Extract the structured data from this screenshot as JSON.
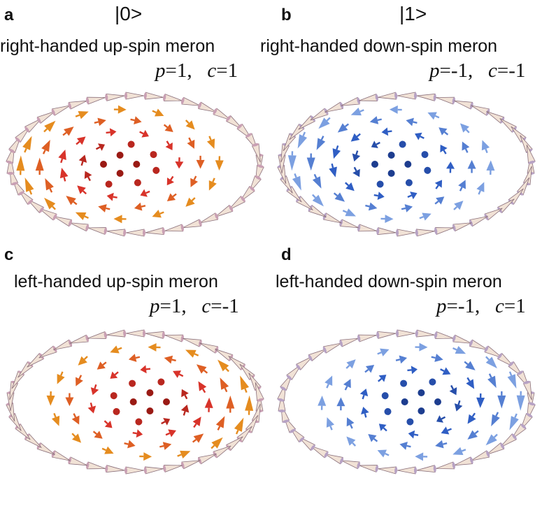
{
  "panels": {
    "a": {
      "letter": "a",
      "ket": "|0>",
      "caption": "right-handed up-spin meron",
      "p_label": "p",
      "p_value": "=1,",
      "c_label": "c",
      "c_value": "=1",
      "palette": "warm",
      "mirror": false
    },
    "b": {
      "letter": "b",
      "ket": "|1>",
      "caption": "right-handed down-spin meron",
      "p_label": "p",
      "p_value": "=-1,",
      "c_label": "c",
      "c_value": "=-1",
      "palette": "cool",
      "mirror": false
    },
    "c": {
      "letter": "c",
      "ket": "",
      "caption": "left-handed up-spin meron",
      "p_label": "p",
      "p_value": "=1,",
      "c_label": "c",
      "c_value": "=-1",
      "palette": "warm",
      "mirror": true
    },
    "d": {
      "letter": "d",
      "ket": "",
      "caption": "left-handed down-spin meron",
      "p_label": "p",
      "p_value": "=-1,",
      "c_label": "c",
      "c_value": "=1",
      "palette": "cool",
      "mirror": true
    }
  },
  "colors": {
    "warm_center": "#9a1a14",
    "warm_mid": "#d8332a",
    "warm_outer": "#e8a21c",
    "warm_edge": "#f2d43a",
    "cool_center": "#1d3d8f",
    "cool_mid": "#2f5ec4",
    "cool_outer": "#8fb0e8",
    "cool_edge": "#c9d7f3",
    "ring_cone": "#f1e2d6",
    "ring_stroke": "#8a6f7a"
  }
}
